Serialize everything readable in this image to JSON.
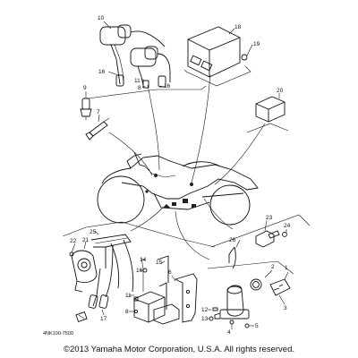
{
  "callouts": [
    "1",
    "2",
    "3",
    "4",
    "5",
    "6",
    "7",
    "8",
    "9",
    "10",
    "11",
    "12",
    "13",
    "14",
    "15",
    "16",
    "17",
    "18",
    "19",
    "20",
    "21",
    "22",
    "23",
    "24",
    "25",
    "26"
  ],
  "diagram_code": "4NK100-7500",
  "copyright": "©2013 Yamaha Motor Corporation, U.S.A. All rights reserved."
}
